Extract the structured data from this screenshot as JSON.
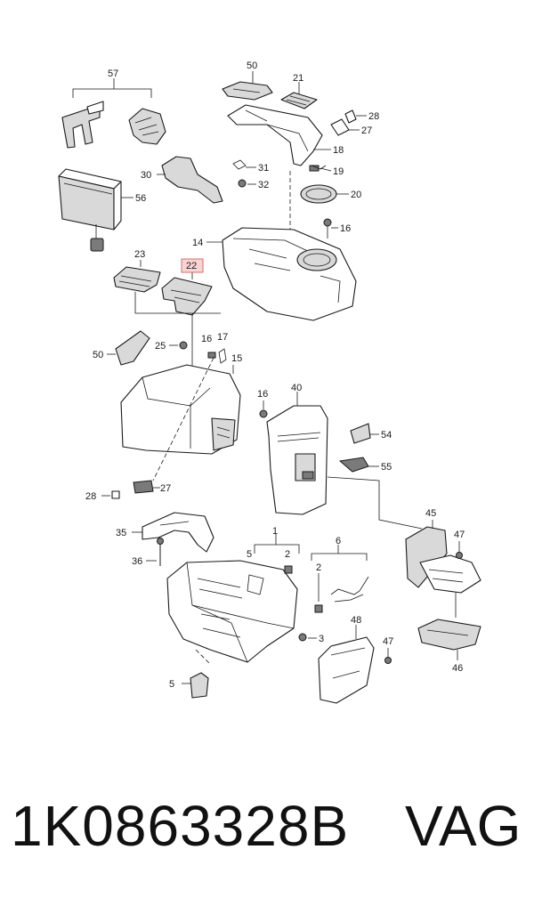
{
  "callouts": {
    "c57": "57",
    "c50a": "50",
    "c21": "21",
    "c28a": "28",
    "c27a": "27",
    "c18": "18",
    "c30": "30",
    "c31": "31",
    "c32": "32",
    "c19": "19",
    "c20": "20",
    "c56": "56",
    "c16a": "16",
    "c14": "14",
    "c23": "23",
    "c22": "22",
    "c50b": "50",
    "c25": "25",
    "c16b": "16",
    "c17": "17",
    "c15": "15",
    "c16c": "16",
    "c40": "40",
    "c54": "54",
    "c55": "55",
    "c28b": "28",
    "c27b": "27",
    "c45": "45",
    "c47a": "47",
    "c35": "35",
    "c36": "36",
    "c1": "1",
    "c5a": "5",
    "c2a": "2",
    "c6": "6",
    "c2b": "2",
    "c3": "3",
    "c48": "48",
    "c47b": "47",
    "c46": "46",
    "c5b": "5"
  },
  "highlighted_callout": "22",
  "colors": {
    "highlight_fill": "#f7d5d5",
    "highlight_stroke": "#d96b6b"
  },
  "footer": {
    "part_number": "1K0863328B",
    "brand": "VAG"
  }
}
